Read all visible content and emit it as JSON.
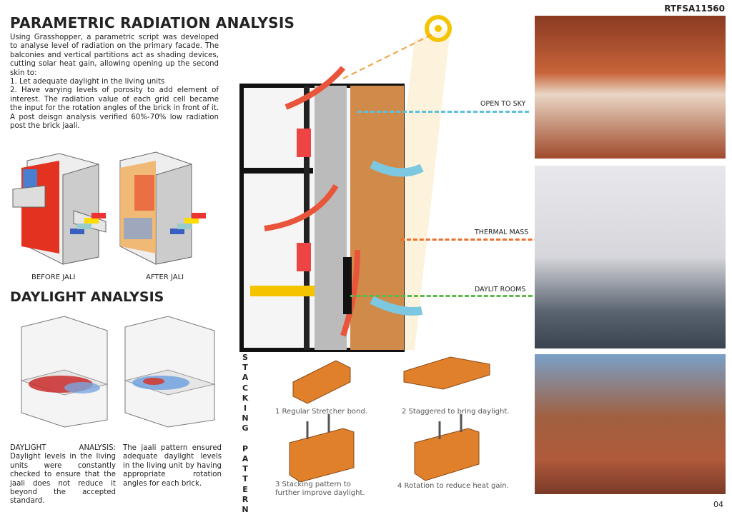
{
  "code": "RTFSA11560",
  "page_number": "04",
  "radiation": {
    "title": "PARAMETRIC RADIATION ANALYSIS",
    "lines": [
      "Using Grasshopper, a parametric script was developed to analyse level of radiation on the primary facade. The balconies and vertical partitions act as shading devices, cutting solar heat gain, allowing opening up the second skin to:",
      "1. Let adequate daylight in the living units",
      "2. Have varying levels of porosity to add element of interest. The radiation value of each grid cell became the input for the rotation angles of the brick in front of it. A post deisgn analysis verified 60%-70% low radiation  post the brick jaali."
    ],
    "before_label": "BEFORE JALI",
    "after_label": "AFTER JALI"
  },
  "daylight": {
    "title": "DAYLIGHT ANALYSIS",
    "text_left": "DAYLIGHT ANALYSIS: Daylight levels in the living units were constantly checked to ensure that the jaali does not reduce it beyond the accepted standard.",
    "text_right": "The jaali pattern ensured adequate daylight levels in the living unit by having appropriate rotation angles for each brick."
  },
  "section": {
    "labels": {
      "open_to_sky": "OPEN TO SKY",
      "thermal_mass": "THERMAL MASS",
      "daylit_rooms": "DAYLIT ROOMS"
    },
    "colors": {
      "open_to_sky": "#5bc0de",
      "thermal_mass": "#e8712e",
      "daylit_rooms": "#5cb84a",
      "sun": "#f5c400",
      "arrow": "#e8553a"
    }
  },
  "stacking": {
    "title_letters": [
      "S",
      "T",
      "A",
      "C",
      "K",
      "I",
      "N",
      "G",
      " ",
      "P",
      "A",
      "T",
      "T",
      "E",
      "R",
      "N"
    ],
    "steps": [
      "1 Regular Stretcher bond.",
      "2 Staggered to bring daylight.",
      "3 Stacking pattern to further improve daylight.",
      "4 Rotation to reduce heat gain."
    ]
  }
}
